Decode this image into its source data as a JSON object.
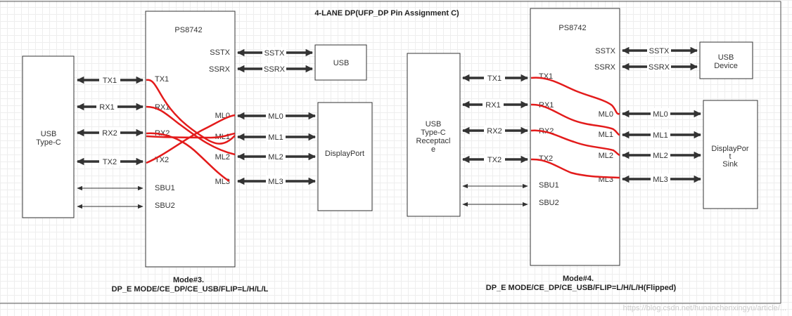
{
  "title": "4-LANE DP(UFP_DP Pin Assignment C)",
  "watermark": "https://blog.csdn.net/hunanchenxingyu/article/...",
  "colors": {
    "line": "#333333",
    "red_trace": "#e31b1b",
    "grid": "#eeeeee"
  },
  "left": {
    "chip": "PS8742",
    "usbc_label_1": "USB",
    "usbc_label_2": "Type-C",
    "usb_box": "USB",
    "dp_box": "DisplayPort",
    "pins_left": [
      "TX1",
      "RX1",
      "RX2",
      "TX2",
      "SBU1",
      "SBU2"
    ],
    "pins_right": [
      "SSTX",
      "SSRX",
      "ML0",
      "ML1",
      "ML2",
      "ML3"
    ],
    "arrow_left": [
      "TX1",
      "RX1",
      "RX2",
      "TX2"
    ],
    "arrow_right": [
      "SSTX",
      "SSRX",
      "ML0",
      "ML1",
      "ML2",
      "ML3"
    ],
    "mode_title": "Mode#3.",
    "mode_desc": "DP_E MODE/CE_DP/CE_USB/FLIP=L/H/L/L"
  },
  "right": {
    "chip": "PS8742",
    "usbc_label_1": "USB",
    "usbc_label_2": "Type-C",
    "usbc_label_3": "Receptacl",
    "usbc_label_4": "e",
    "usb_box_1": "USB",
    "usb_box_2": "Device",
    "dp_box_1": "DisplayPor",
    "dp_box_2": "t",
    "dp_box_3": "Sink",
    "pins_left": [
      "TX1",
      "RX1",
      "RX2",
      "TX2",
      "SBU1",
      "SBU2"
    ],
    "pins_right": [
      "SSTX",
      "SSRX",
      "ML0",
      "ML1",
      "ML2",
      "ML3"
    ],
    "arrow_left": [
      "TX1",
      "RX1",
      "RX2",
      "TX2"
    ],
    "arrow_right": [
      "SSTX",
      "SSRX",
      "ML0",
      "ML1",
      "ML2",
      "ML3"
    ],
    "mode_title": "Mode#4.",
    "mode_desc": "DP_E MODE/CE_DP/CE_USB/FLIP=L/H/L/H(Flipped)"
  }
}
